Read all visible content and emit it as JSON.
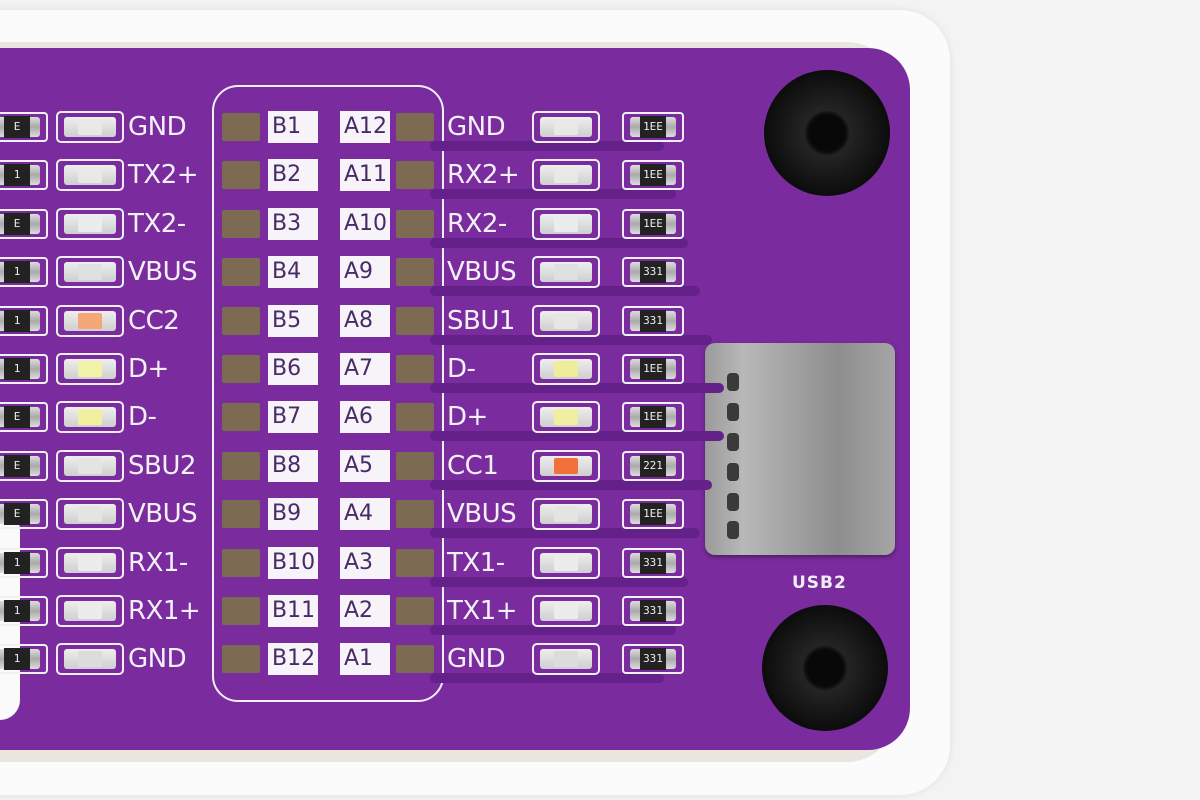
{
  "board": {
    "connector_label": "USB2",
    "colors": {
      "pcb": "#7a2c9e",
      "trace": "#64218a",
      "pad": "#7d6a52",
      "silk": "#f2eef6"
    }
  },
  "rows": [
    {
      "b_pin": "B1",
      "a_pin": "A12",
      "left_signal": "GND",
      "right_signal": "GND",
      "left_led": "#e8e8e8",
      "right_led": "#e8e8e8",
      "right_res": "1EE",
      "left_res": "E"
    },
    {
      "b_pin": "B2",
      "a_pin": "A11",
      "left_signal": "TX2+",
      "right_signal": "RX2+",
      "left_led": "#e8e8e8",
      "right_led": "#e8e8e8",
      "right_res": "1EE",
      "left_res": "1"
    },
    {
      "b_pin": "B3",
      "a_pin": "A10",
      "left_signal": "TX2-",
      "right_signal": "RX2-",
      "left_led": "#ececec",
      "right_led": "#ececec",
      "right_res": "1EE",
      "left_res": "E"
    },
    {
      "b_pin": "B4",
      "a_pin": "A9",
      "left_signal": "VBUS",
      "right_signal": "VBUS",
      "left_led": "#e0e0e0",
      "right_led": "#e0e0e0",
      "right_res": "331",
      "left_res": "1"
    },
    {
      "b_pin": "B5",
      "a_pin": "A8",
      "left_signal": "CC2",
      "right_signal": "SBU1",
      "left_led": "#f4a878",
      "right_led": "#e6e6e6",
      "right_res": "331",
      "left_res": "1"
    },
    {
      "b_pin": "B6",
      "a_pin": "A7",
      "left_signal": "D+",
      "right_signal": "D-",
      "left_led": "#f2f2a8",
      "right_led": "#eeee9a",
      "right_res": "1EE",
      "left_res": "1"
    },
    {
      "b_pin": "B7",
      "a_pin": "A6",
      "left_signal": "D-",
      "right_signal": "D+",
      "left_led": "#f0f0a0",
      "right_led": "#f0eea0",
      "right_res": "1EE",
      "left_res": "E"
    },
    {
      "b_pin": "B8",
      "a_pin": "A5",
      "left_signal": "SBU2",
      "right_signal": "CC1",
      "left_led": "#e4e4e4",
      "right_led": "#f2703a",
      "right_res": "221",
      "left_res": "E"
    },
    {
      "b_pin": "B9",
      "a_pin": "A4",
      "left_signal": "VBUS",
      "right_signal": "VBUS",
      "left_led": "#e4e4e4",
      "right_led": "#e4e4e4",
      "right_res": "1EE",
      "left_res": "E"
    },
    {
      "b_pin": "B10",
      "a_pin": "A3",
      "left_signal": "RX1-",
      "right_signal": "TX1-",
      "left_led": "#ececec",
      "right_led": "#ececec",
      "right_res": "331",
      "left_res": "1"
    },
    {
      "b_pin": "B11",
      "a_pin": "A2",
      "left_signal": "RX1+",
      "right_signal": "TX1+",
      "left_led": "#ececec",
      "right_led": "#ececec",
      "right_res": "331",
      "left_res": "1"
    },
    {
      "b_pin": "B12",
      "a_pin": "A1",
      "left_signal": "GND",
      "right_signal": "GND",
      "left_led": "#dcdcdc",
      "right_led": "#dcdcdc",
      "right_res": "331",
      "left_res": "1"
    }
  ]
}
